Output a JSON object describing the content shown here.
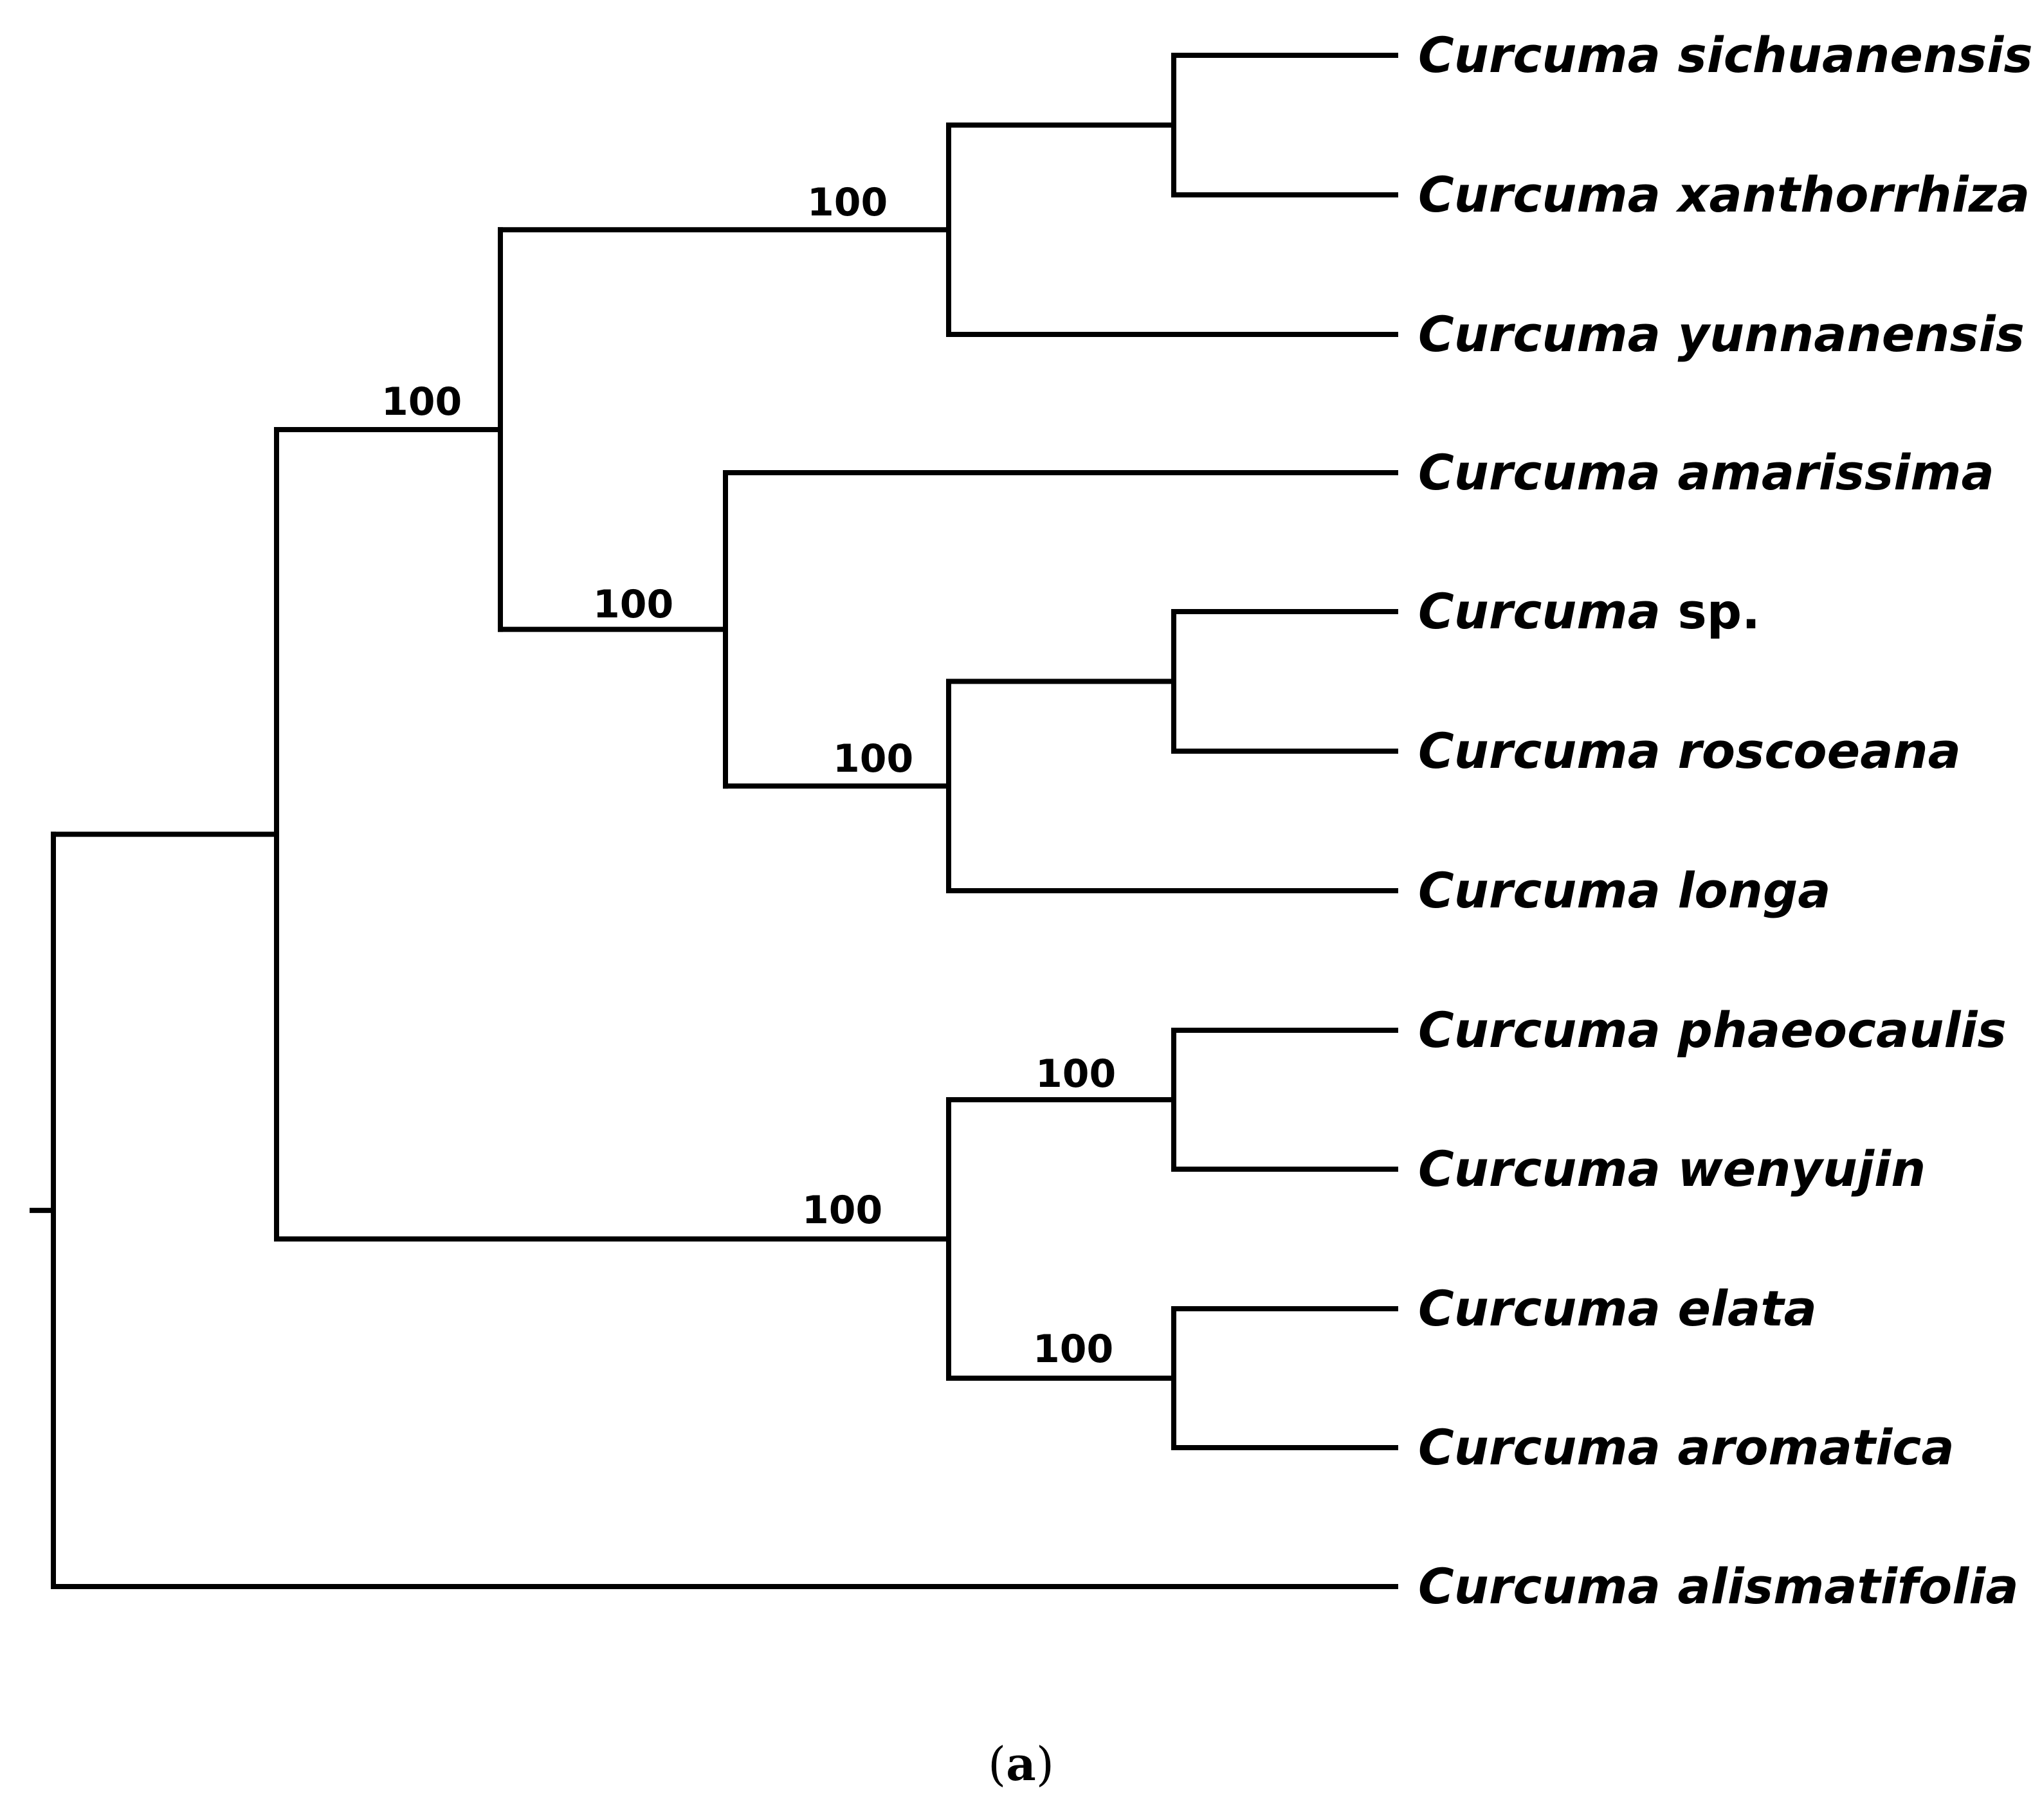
{
  "figure": {
    "caption_open": "(",
    "caption_letter": "a",
    "caption_close": ")"
  },
  "tree": {
    "taxa": [
      {
        "genus": "Curcuma",
        "epithet": "sichuanensis",
        "epithet_italic": true
      },
      {
        "genus": "Curcuma",
        "epithet": "xanthorrhiza",
        "epithet_italic": true
      },
      {
        "genus": "Curcuma",
        "epithet": "yunnanensis",
        "epithet_italic": true
      },
      {
        "genus": "Curcuma",
        "epithet": "amarissima",
        "epithet_italic": true
      },
      {
        "genus": "Curcuma",
        "epithet": "sp.",
        "epithet_italic": false
      },
      {
        "genus": "Curcuma",
        "epithet": "roscoeana",
        "epithet_italic": true
      },
      {
        "genus": "Curcuma",
        "epithet": "longa",
        "epithet_italic": true
      },
      {
        "genus": "Curcuma",
        "epithet": "phaeocaulis",
        "epithet_italic": true
      },
      {
        "genus": "Curcuma",
        "epithet": "wenyujin",
        "epithet_italic": true
      },
      {
        "genus": "Curcuma",
        "epithet": "elata",
        "epithet_italic": true
      },
      {
        "genus": "Curcuma",
        "epithet": "aromatica",
        "epithet_italic": true
      },
      {
        "genus": "Curcuma",
        "epithet": "alismatifolia",
        "epithet_italic": true
      }
    ],
    "support_values": [
      "100",
      "100",
      "100",
      "100",
      "100",
      "100",
      "100"
    ]
  }
}
